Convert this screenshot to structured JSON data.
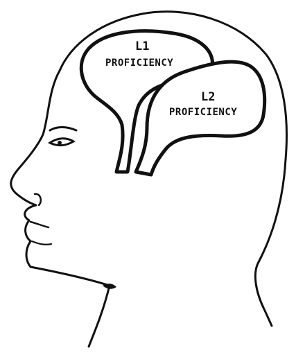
{
  "diagram": {
    "l1_bubble": {
      "code": "L1",
      "word": "PROFICIENCY"
    },
    "l2_bubble": {
      "code": "L2",
      "word": "PROFICIENCY"
    }
  }
}
